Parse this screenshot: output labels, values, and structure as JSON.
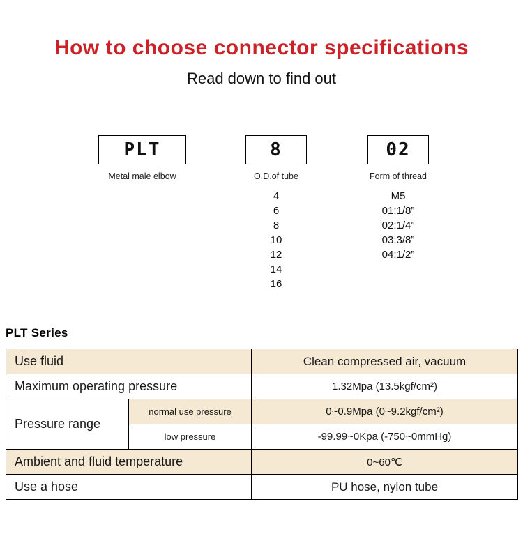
{
  "header": {
    "title": "How to choose connector specifications",
    "subtitle": "Read down to find out"
  },
  "diagram": {
    "columns": [
      {
        "code": "PLT",
        "label": "Metal male elbow",
        "options": []
      },
      {
        "code": "8",
        "label": "O.D.of tube",
        "options": [
          "4",
          "6",
          "8",
          "10",
          "12",
          "14",
          "16"
        ]
      },
      {
        "code": "02",
        "label": "Form of thread",
        "options": [
          "M5",
          "01:1/8”",
          "02:1/4”",
          "03:3/8”",
          "04:1/2”"
        ]
      }
    ]
  },
  "series_title": "PLT Series",
  "table": {
    "rows": [
      {
        "label": "Use fluid",
        "value": "Clean compressed air, vacuum"
      },
      {
        "label": "Maximum operating pressure",
        "value": "1.32Mpa (13.5kgf/cm²)"
      },
      {
        "label": "Pressure range",
        "subs": [
          {
            "label": "normal use pressure",
            "value": "0~0.9Mpa (0~9.2kgf/cm²)"
          },
          {
            "label": "low pressure",
            "value": "-99.99~0Kpa (-750~0mmHg)"
          }
        ]
      },
      {
        "label": "Ambient and fluid temperature",
        "value": "0~60℃"
      },
      {
        "label": "Use a hose",
        "value": "PU hose, nylon tube"
      }
    ]
  }
}
